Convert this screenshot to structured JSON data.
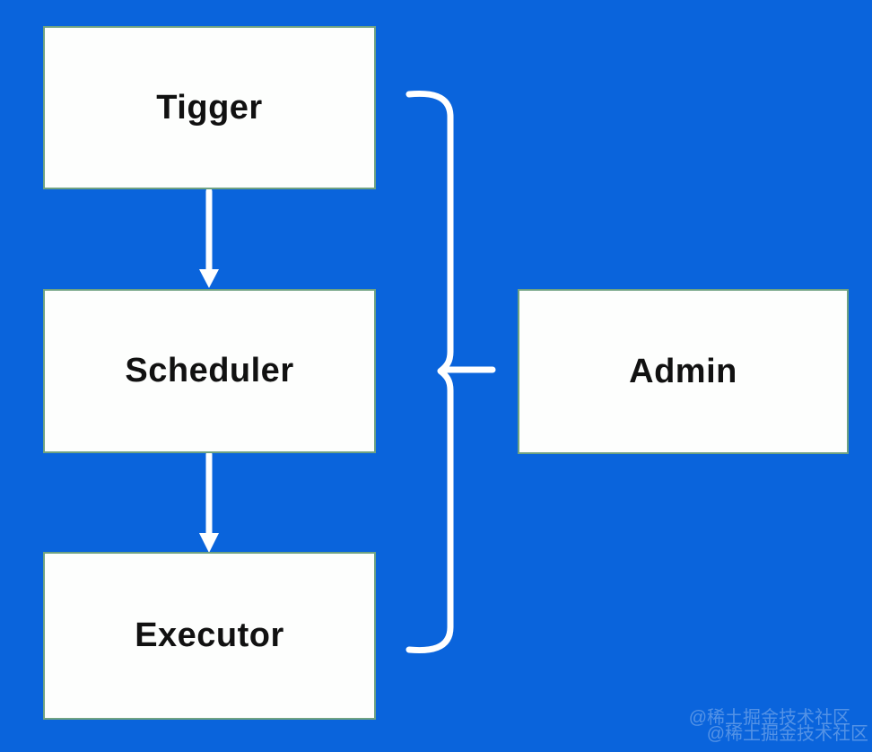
{
  "colors": {
    "background": "#0A64DC",
    "node-fill": "#FDFEFD",
    "node-border": "#6FA282",
    "node-text": "#111111",
    "connector": "#FFFFFF",
    "watermark": "#FFFFFF4D"
  },
  "nodes": {
    "tigger": {
      "label": "Tigger"
    },
    "scheduler": {
      "label": "Scheduler"
    },
    "executor": {
      "label": "Executor"
    },
    "admin": {
      "label": "Admin"
    }
  },
  "edges": [
    {
      "type": "arrow",
      "from": "tigger",
      "to": "scheduler"
    },
    {
      "type": "arrow",
      "from": "scheduler",
      "to": "executor"
    },
    {
      "type": "brace",
      "from": "tigger,scheduler,executor",
      "to": "admin"
    }
  ],
  "watermark": {
    "line1": "@稀土掘金技术社区",
    "line2": "@稀土掘金技术社区"
  }
}
